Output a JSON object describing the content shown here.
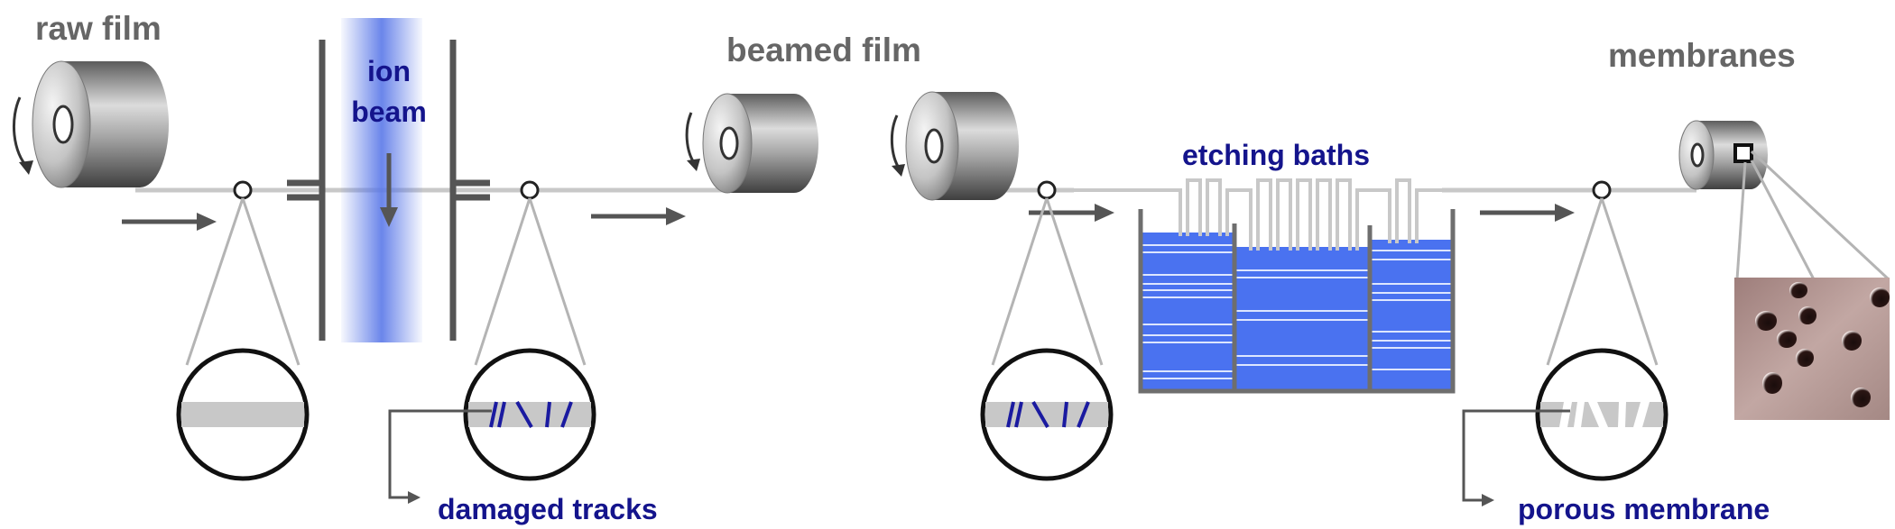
{
  "labels": {
    "raw_film": "raw film",
    "ion_beam_line1": "ion",
    "ion_beam_line2": "beam",
    "beamed_film": "beamed film",
    "membranes": "membranes",
    "etching_baths": "etching baths",
    "damaged_tracks": "damaged tracks",
    "porous_membrane": "porous membrane"
  },
  "colors": {
    "label_gray": "#666666",
    "label_blue": "#14148c",
    "beam": "#5a78e8",
    "bath_liquid": "#4a72f0",
    "film": "#c8c8c8",
    "track": "#1a1aa0",
    "membrane_surface": "#b59a96"
  },
  "icons": [
    "roll-icon",
    "roller-icon",
    "arrow-right-icon",
    "arrow-down-icon",
    "curved-arrow-icon",
    "magnifier-icon"
  ]
}
